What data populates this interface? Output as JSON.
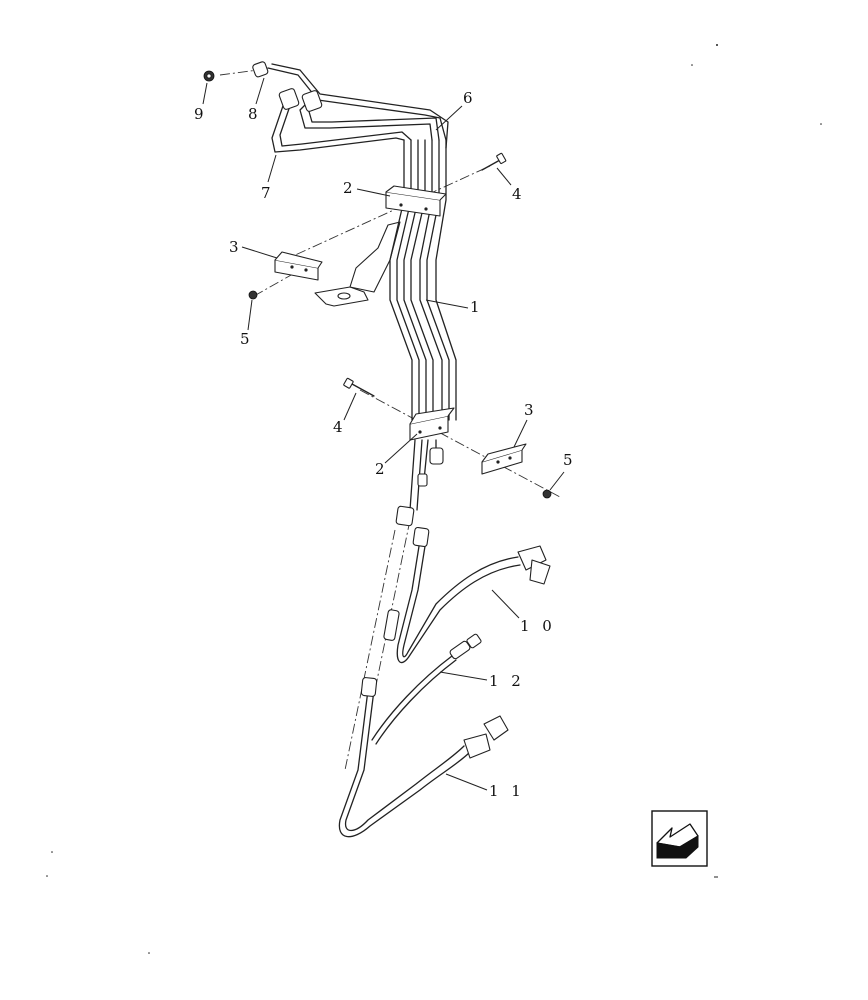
{
  "callouts": {
    "c1": "1",
    "c2a": "2",
    "c2b": "2",
    "c3a": "3",
    "c3b": "3",
    "c4a": "4",
    "c4b": "4",
    "c5a": "5",
    "c5b": "5",
    "c6": "6",
    "c7": "7",
    "c8": "8",
    "c9": "9",
    "c10": "1 0",
    "c11": "1 1",
    "c12": "1 2"
  },
  "icons": {
    "nav_arrow": "previous-arrow-icon"
  }
}
